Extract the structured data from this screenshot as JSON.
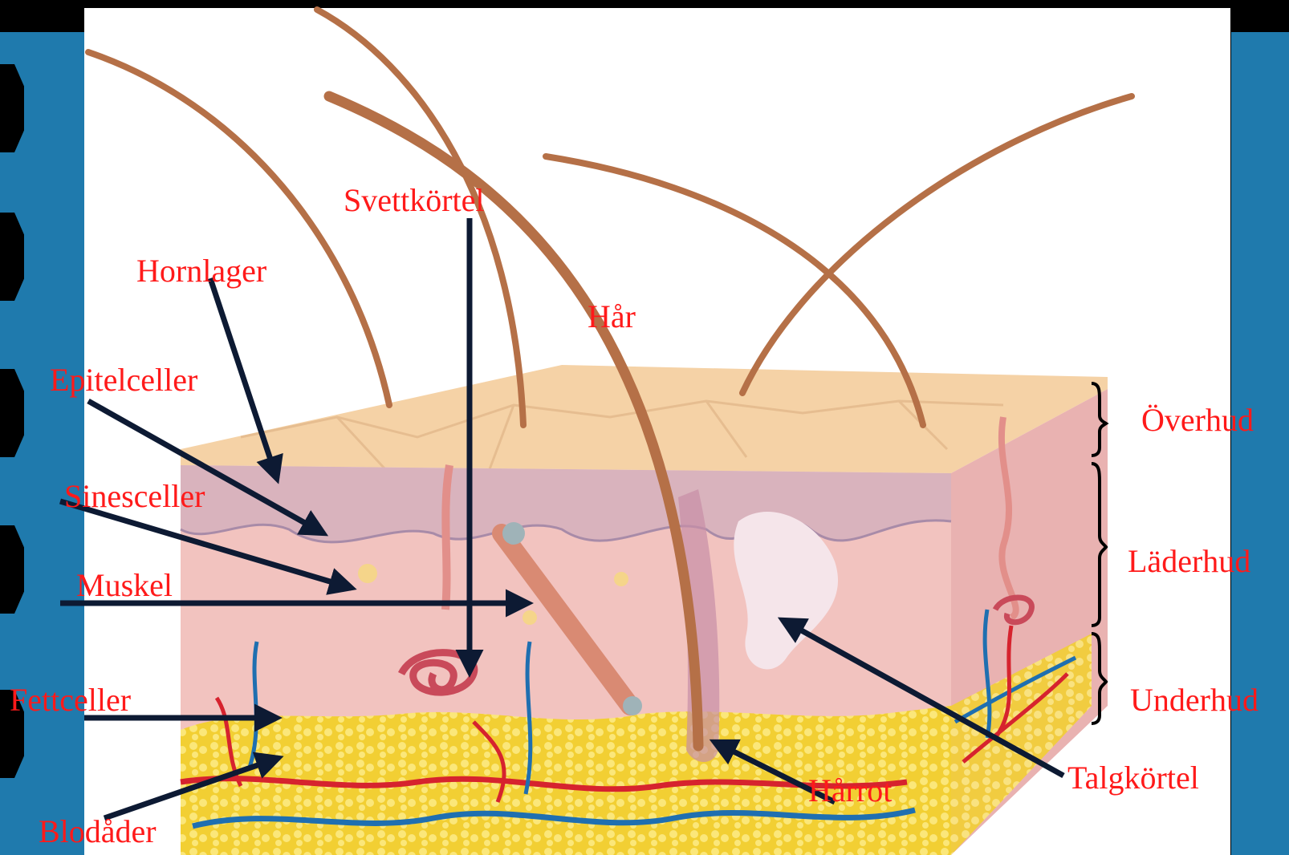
{
  "labels": {
    "svettkortel": "Svettkörtel",
    "hornlager": "Hornlager",
    "har": "Hår",
    "epitelceller": "Epitelceller",
    "sinesceller": "Sinesceller",
    "muskel": "Muskel",
    "fettceller": "Fettceller",
    "blodader": "Blodåder",
    "harrot": "Hårrot",
    "talgkortel": "Talgkörtel",
    "overhud": "Överhud",
    "laderhud": "Läderhud",
    "underhud": "Underhud"
  },
  "colors": {
    "background": "#000000",
    "frame": "#1f7aad",
    "panel": "#ffffff",
    "label_text": "#ff1a1a",
    "arrow": "#0d1a33",
    "skin_surface": "#f5d2a6",
    "dermis": "#f2c3bf",
    "fat": "#f5dc3c",
    "hair": "#b57047",
    "artery": "#d6232e",
    "vein": "#1f6fb0"
  }
}
